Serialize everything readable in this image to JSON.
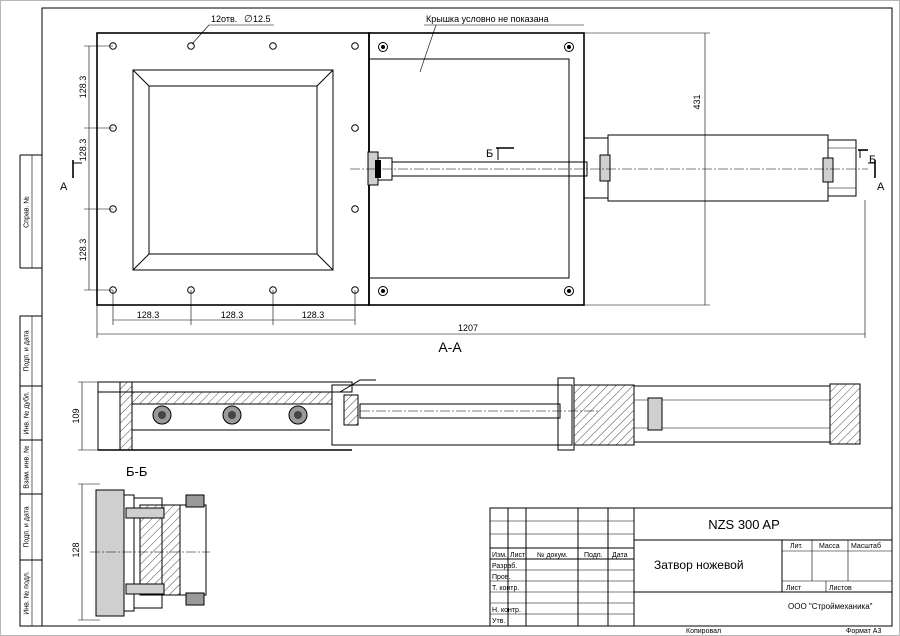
{
  "side_stamps": [
    "Справ. №",
    "Подп. и дата",
    "Инв. № дубл.",
    "Взам. инв. №",
    "Подп. и дата",
    "Инв. № подл."
  ],
  "plan_view": {
    "holes_note": "12отв.",
    "diameter_symbol": "∅",
    "hole_diameter": "12.5",
    "cover_note": "Крышка условно не показана",
    "dim_overall_length": "1207",
    "dim_height": "431",
    "dim_hole_pitch": "128.3",
    "section_marker_a": "А",
    "section_marker_b": "Б"
  },
  "section_aa": {
    "title": "А-А",
    "dim_height": "109"
  },
  "section_bb": {
    "title": "Б-Б",
    "dim_height": "128"
  },
  "title_block": {
    "designation": "NZS 300 AP",
    "name": "Затвор ножевой",
    "company": "ООО \"Строймеханика\"",
    "col_headers": [
      "Изм.",
      "Лист",
      "№ докум.",
      "Подп.",
      "Дата"
    ],
    "rows": [
      "Разраб.",
      "Пров.",
      "Т. контр.",
      "",
      "Н. контр.",
      "Утв."
    ],
    "lit": "Лит.",
    "mass": "Масса",
    "scale": "Масштаб",
    "sheet": "Лист",
    "sheets": "Листов",
    "copied": "Копировал",
    "format": "Формат А3"
  }
}
